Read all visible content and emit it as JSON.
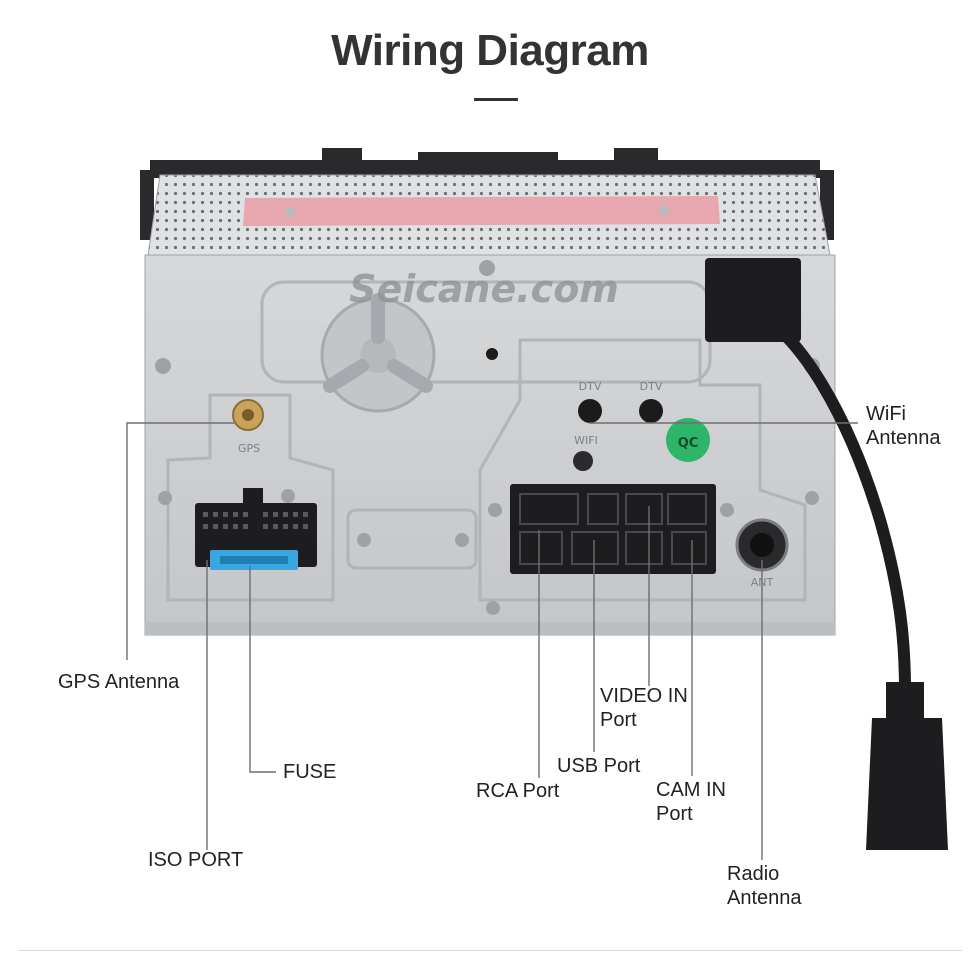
{
  "header": {
    "title": "Wiring Diagram"
  },
  "watermark": {
    "text": "Seicane.com"
  },
  "panel_marks": {
    "gps": "GPS",
    "dtv_left": "DTV",
    "dtv_right": "DTV",
    "wifi": "WIFI",
    "ant": "ANT"
  },
  "labels": {
    "gps_antenna": "GPS  Antenna",
    "fuse": "FUSE",
    "iso_port": "ISO PORT",
    "rca_port": "RCA Port",
    "usb_port": "USB Port",
    "video_in_line1": "VIDEO IN",
    "video_in_line2": "Port",
    "cam_in_line1": "CAM IN",
    "cam_in_line2": "Port",
    "radio_antenna_line1": "Radio",
    "radio_antenna_line2": "Antenna",
    "wifi_antenna_line1": "WiFi",
    "wifi_antenna_line2": "Antenna"
  },
  "colors": {
    "chassis": "#cfd1d4",
    "chassis_dark": "#a9acb0",
    "connector": "#1d1d1f",
    "fuse": "#3aa7e0",
    "gold": "#c9a35a",
    "sticker_red": "#e3a0a8",
    "qc_green": "#2fb56a",
    "leader_line": "#6e6e6e"
  }
}
